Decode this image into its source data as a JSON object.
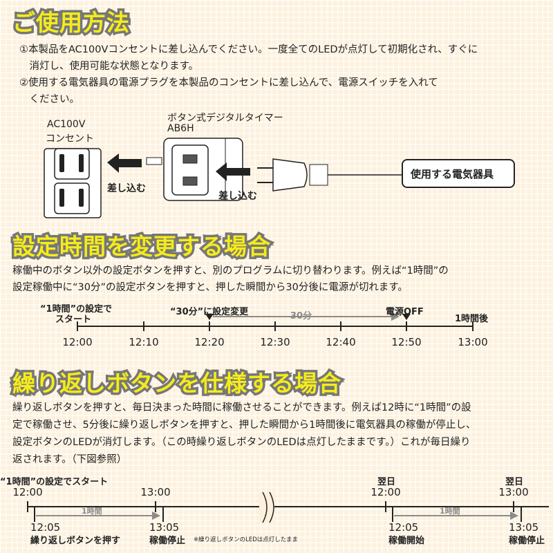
{
  "section1": {
    "title": "ご使用方法",
    "lines": [
      "①本製品をAC100Vコンセントに差し込んでください。一度全てのLEDが点灯して初期化され、すぐに",
      "　消灯し、使用可能な状態となります。",
      "②使用する電気器具の電源プラグを本製品のコンセントに差し込んで、電源スイッチを入れて",
      "　ください。"
    ],
    "diagram": {
      "outlet_label_1": "AC100V",
      "outlet_label_2": "コンセント",
      "timer_label_1": "ボタン式デジタルタイマー",
      "timer_label_2": "AB6H",
      "insert_1": "差し込む",
      "insert_2": "差し込む",
      "appliance": "使用する電気器具"
    }
  },
  "section2": {
    "title": "設定時間を変更する場合",
    "lines": [
      "稼働中のボタン以外の設定ボタンを押すと、別のプログラムに切り替わります。例えば“1時間”の",
      "設定稼働中に“30分”の設定ボタンを押すと、押した瞬間から30分後に電源が切れます。"
    ],
    "timeline": {
      "start_1": "“1時間”の設定で",
      "start_2": "スタート",
      "change": "“30分”に設定変更",
      "duration": "30分",
      "off": "電源OFF",
      "end": "1時間後",
      "ticks": [
        "12:00",
        "12:10",
        "12:20",
        "12:30",
        "12:40",
        "12:50",
        "13:00"
      ]
    }
  },
  "section3": {
    "title": "繰り返しボタンを仕様する場合",
    "lines": [
      "繰り返しボタンを押すと、毎日決まった時間に稼働させることができます。例えば12時に“1時間”の設",
      "定で稼働させ、5分後に繰り返しボタンを押すと、押した瞬間から1時間後に電気器具の稼働が停止し、",
      "設定ボタンのLEDが消灯します。（この時繰り返しボタンのLEDは点灯したままです。）これが毎日繰り",
      "返されます。（下図参照）"
    ],
    "timeline": {
      "start": "“1時間”の設定でスタート",
      "t1": "12:00",
      "t2": "13:00",
      "next_day": "翌日",
      "t3": "12:00",
      "t4": "13:00",
      "duration": "1時間",
      "b1": "12:05",
      "b1_label": "繰り返しボタンを押す",
      "b2": "13:05",
      "b2_label": "稼働停止",
      "note": "※繰り返しボタンのLEDは点灯したまま",
      "b3": "12:05",
      "b3_label": "稼働開始",
      "b4": "13:05",
      "b4_label": "稼働停止"
    }
  },
  "colors": {
    "heading": "#f5ec1a",
    "heading_outline": "#777777",
    "arrow_gray": "#8a8a8a"
  }
}
